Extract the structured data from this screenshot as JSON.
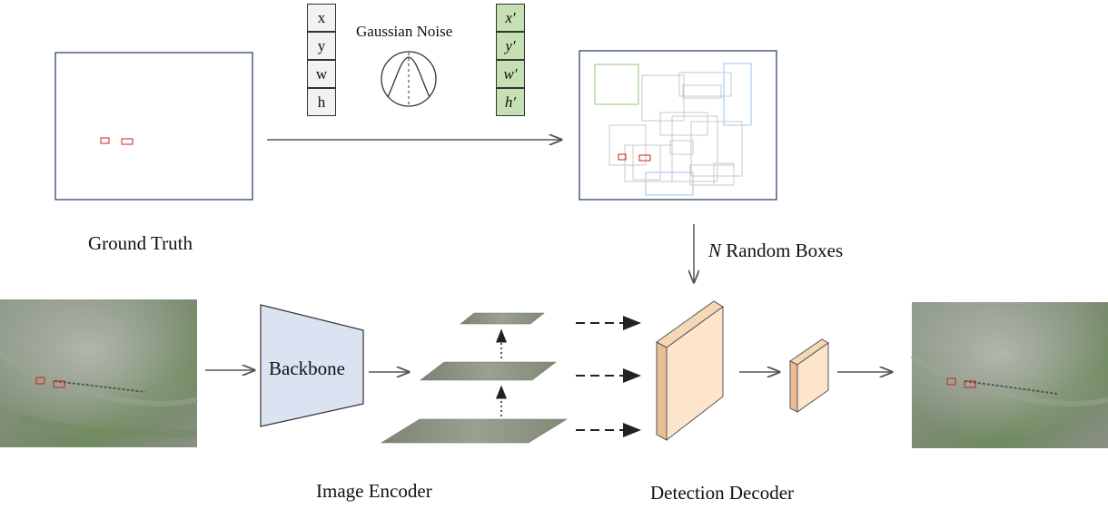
{
  "labels": {
    "ground_truth": "Ground Truth",
    "gaussian_noise": "Gaussian Noise",
    "random_boxes_var": "N",
    "random_boxes": " Random Boxes",
    "backbone": "Backbone",
    "image_encoder": "Image Encoder",
    "detection_decoder": "Detection Decoder"
  },
  "box_params": [
    "x",
    "y",
    "w",
    "h"
  ],
  "noisy_params": [
    "x′",
    "y′",
    "w′",
    "h′"
  ],
  "colors": {
    "gt_box": "#cc2222",
    "plain_cell": "#f2f2f2",
    "noisy_cell": "#c6e0b4",
    "backbone_fill": "#dbe3f3",
    "decoder_block": "#fde5cc",
    "decoder_block_side": "#e9be96",
    "arrow": "#555555",
    "frame": "#1f3a5f",
    "random_box_green": "#93c47d",
    "random_box_blue": "#9fc5e8",
    "random_box_gray": "#c8c8c8"
  }
}
